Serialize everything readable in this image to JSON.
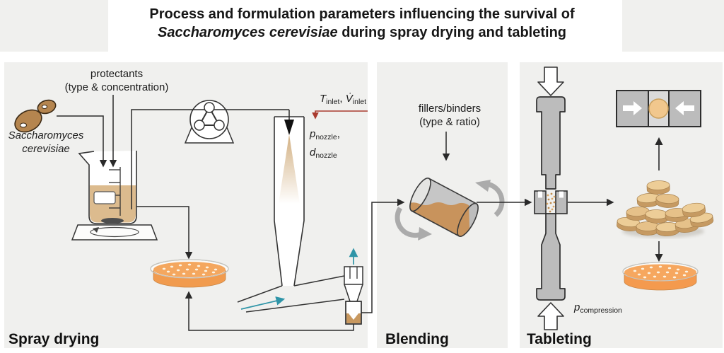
{
  "figure": {
    "title_line1": "Process and formulation parameters influencing the survival of",
    "title_line2_italic": "Saccharomyces cerevisiae",
    "title_line2_rest": " during spray drying and tableting"
  },
  "panels": {
    "spray_drying": {
      "label": "Spray drying",
      "organism_line1": "Saccharomyces",
      "organism_line2": "cerevisiae",
      "protectants_line1": "protectants",
      "protectants_line2": "(type & concentration)",
      "inlet": {
        "T": "T",
        "T_sub": "inlet",
        "comma": ", ",
        "V": "V̇",
        "V_sub": "inlet"
      },
      "nozzle": {
        "p": "p",
        "p_sub": "nozzle",
        "comma": ",",
        "d": "d",
        "d_sub": "nozzle"
      }
    },
    "blending": {
      "label": "Blending",
      "fillers_line1": "fillers/binders",
      "fillers_line2": "(type & ratio)"
    },
    "tableting": {
      "label": "Tableting",
      "compression": {
        "p": "p",
        "sub": "compression"
      }
    }
  },
  "colors": {
    "panel_bg": "#f0f0ee",
    "ink": "#2a2a2a",
    "air_inlet_red": "#a93a2e",
    "airflow_teal": "#2f95a8",
    "powder_tan": "#c8985f",
    "liquid_tan": "#dcbb8e",
    "agar_orange": "#f49f55",
    "tablet_top_tan": "#edcd97",
    "tablet_side_tan": "#c69a62",
    "machine_gray": "#bcbcbc"
  }
}
